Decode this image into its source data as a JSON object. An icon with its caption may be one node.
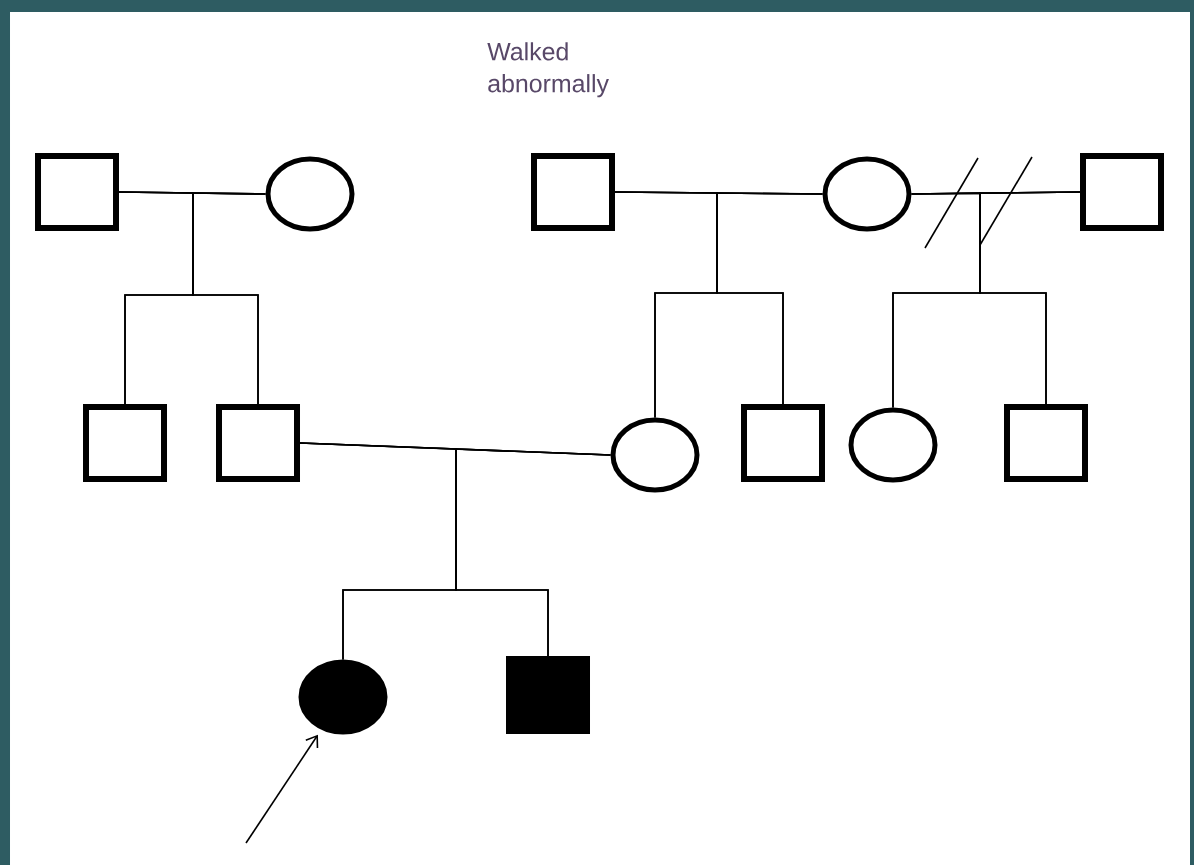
{
  "diagram": {
    "nodes": [
      {
        "text": [],
        "shape": "box"
      },
      {
        "text": [],
        "shape": "circle"
      },
      {
        "text": [],
        "shape": "box",
        "beside": [
          "Walked abnormally"
        ]
      },
      {
        "text": [],
        "shape": "circle"
      },
      {
        "text": [],
        "shape": "box"
      },
      {
        "text": [],
        "shape": "box"
      },
      {
        "text": [],
        "shape": "box"
      },
      {
        "text": [],
        "shape": "circle"
      },
      {
        "text": [],
        "shape": "box"
      },
      {
        "text": [],
        "shape": "circle"
      },
      {
        "text": [],
        "shape": "box"
      },
      {
        "text": [],
        "shape": "disc"
      },
      {
        "text": [],
        "shape": "block"
      }
    ],
    "edges": [
      {
        "from": 0,
        "to": 1,
        "arrow": "none"
      },
      {
        "from": 2,
        "to": 3,
        "arrow": "none"
      },
      {
        "from": 3,
        "to": 4,
        "arrow": "none"
      },
      {
        "from": 0,
        "to": 5,
        "arrow": "none"
      },
      {
        "from": 1,
        "to": 5,
        "arrow": "none"
      },
      {
        "from": 0,
        "to": 6,
        "arrow": "none"
      },
      {
        "from": 1,
        "to": 6,
        "arrow": "none"
      },
      {
        "from": 2,
        "to": 7,
        "arrow": "none"
      },
      {
        "from": 3,
        "to": 7,
        "arrow": "none"
      },
      {
        "from": 2,
        "to": 8,
        "arrow": "none"
      },
      {
        "from": 3,
        "to": 8,
        "arrow": "none"
      },
      {
        "from": 3,
        "to": 9,
        "arrow": "none"
      },
      {
        "from": 4,
        "to": 9,
        "arrow": "none"
      },
      {
        "from": 3,
        "to": 10,
        "arrow": "none"
      },
      {
        "from": 4,
        "to": 10,
        "arrow": "none"
      },
      {
        "from": 6,
        "to": 7,
        "arrow": "none"
      },
      {
        "from": 6,
        "to": 11,
        "arrow": "none"
      },
      {
        "from": 7,
        "to": 11,
        "arrow": "none"
      },
      {
        "from": 6,
        "to": 12,
        "arrow": "none"
      },
      {
        "from": 7,
        "to": 12,
        "arrow": "none"
      },
      {
        "from": null,
        "to": 11,
        "arrow": "to"
      }
    ]
  }
}
